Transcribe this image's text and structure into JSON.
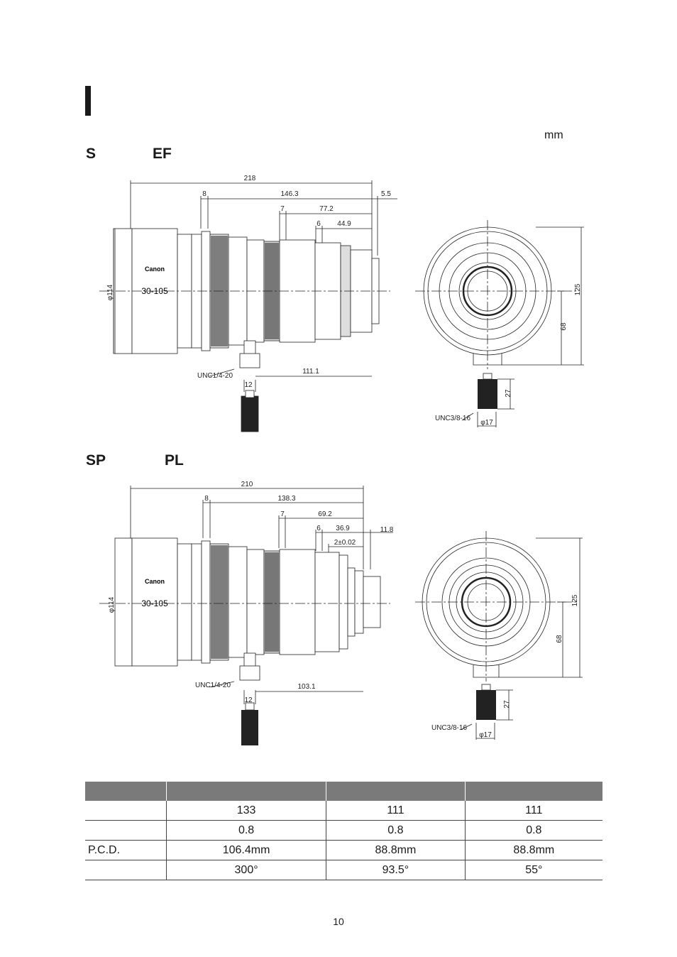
{
  "unit": "mm",
  "sections": [
    {
      "title_a": "S",
      "title_b": "EF",
      "side_dims": {
        "total": "218",
        "d8": "8",
        "d146": "146.3",
        "d55": "5.5",
        "d7": "7",
        "d772": "77.2",
        "d6": "6",
        "d449": "44.9",
        "dia": "φ114",
        "mount": "111.1",
        "thread": "UNC1/4-20",
        "d12": "12"
      },
      "front_dims": {
        "h125": "125",
        "h68": "68",
        "h27": "27",
        "thread": "UNC3/8-16",
        "dia": "φ17"
      },
      "lens_text": {
        "brand": "Canon",
        "model": "30-105"
      }
    },
    {
      "title_a": "SP",
      "title_b": "PL",
      "side_dims": {
        "total": "210",
        "d8": "8",
        "d138": "138.3",
        "d7": "7",
        "d692": "69.2",
        "d6": "6",
        "d369": "36.9",
        "d118": "11.8",
        "d2": "2±0.02",
        "dia": "φ114",
        "mount": "103.1",
        "thread": "UNC1/4-20",
        "d12": "12"
      },
      "front_dims": {
        "h125": "125",
        "h68": "68",
        "h27": "27",
        "thread": "UNC3/8-16",
        "dia": "φ17"
      },
      "lens_text": {
        "brand": "Canon",
        "model": "30-105"
      }
    }
  ],
  "table": {
    "headers": [
      "",
      "",
      "",
      ""
    ],
    "rows": [
      [
        "",
        "133",
        "111",
        "111"
      ],
      [
        "",
        "0.8",
        "0.8",
        "0.8"
      ],
      [
        "P.C.D.",
        "106.4mm",
        "88.8mm",
        "88.8mm"
      ],
      [
        "",
        "300°",
        "93.5°",
        "55°"
      ]
    ]
  },
  "page_number": "10"
}
